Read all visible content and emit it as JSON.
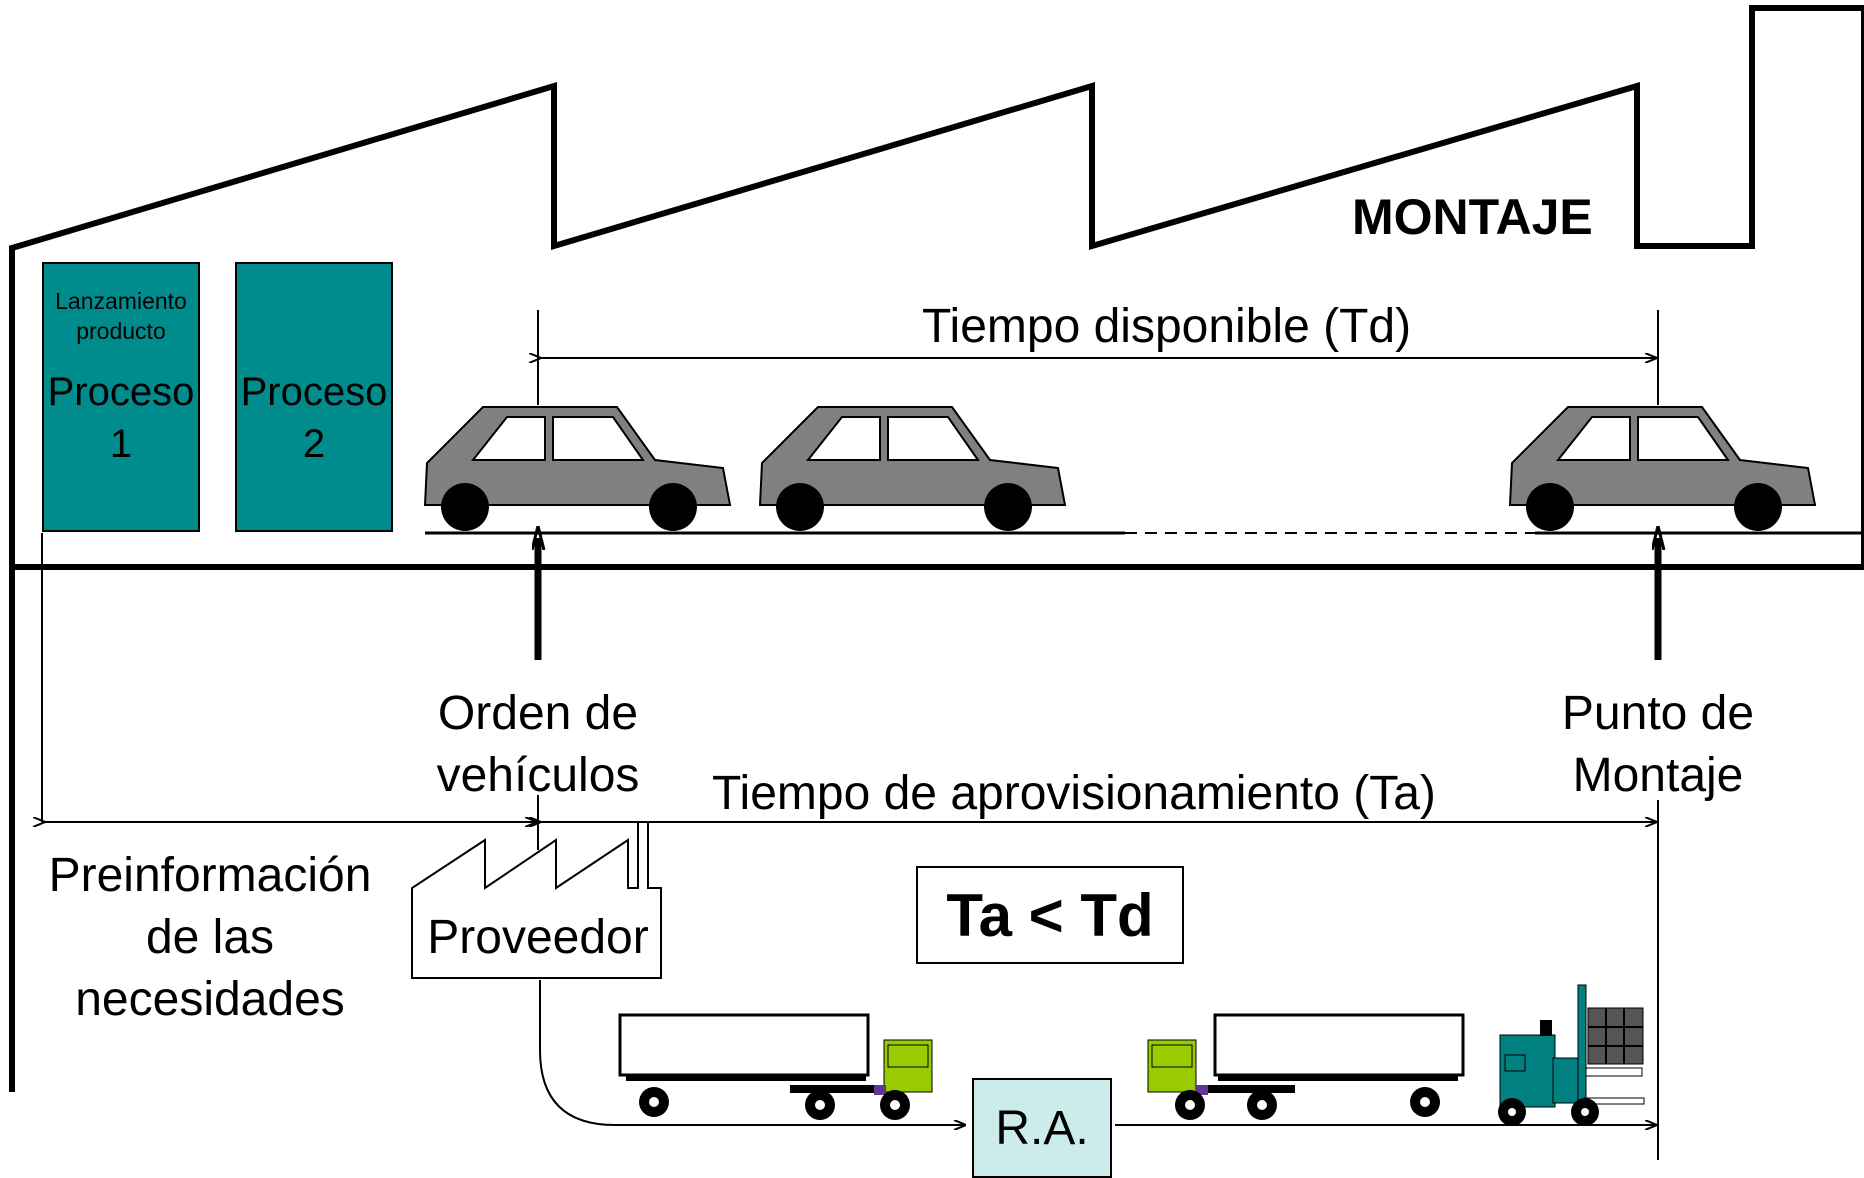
{
  "factory": {
    "title": "MONTAJE"
  },
  "processes": [
    {
      "caption_line1": "Lanzamiento",
      "caption_line2": "producto",
      "label_line1": "Proceso",
      "label_line2": "1"
    },
    {
      "caption_line1": "",
      "caption_line2": "",
      "label_line1": "Proceso",
      "label_line2": "2"
    }
  ],
  "timeline": {
    "available_time": "Tiempo disponible (Td)",
    "supply_time": "Tiempo de aprovisionamiento (Ta)"
  },
  "markers": {
    "vehicle_order_line1": "Orden de",
    "vehicle_order_line2": "vehículos",
    "assembly_point_line1": "Punto de",
    "assembly_point_line2": "Montaje"
  },
  "preinfo": {
    "line1": "Preinformación",
    "line2": "de las",
    "line3": "necesidades"
  },
  "supplier": {
    "label": "Proveedor"
  },
  "condition": {
    "label": "Ta < Td"
  },
  "warehouse": {
    "label": "R.A."
  },
  "colors": {
    "process_fill": "#008c8c",
    "car_body": "#808080",
    "truck_cab": "#99cc00",
    "forklift": "#008080",
    "warehouse_fill": "#ccecec"
  }
}
